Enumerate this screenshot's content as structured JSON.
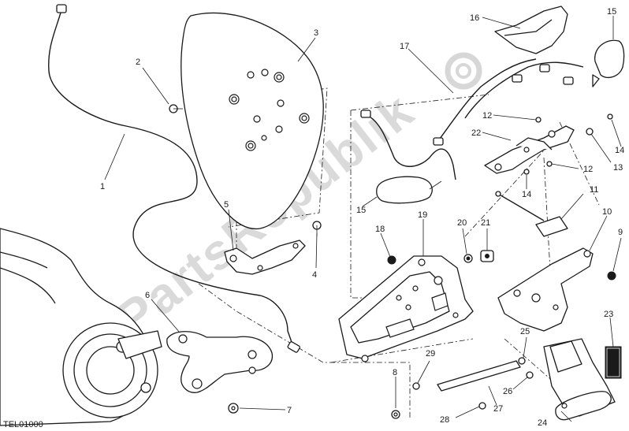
{
  "drawing_code": "TEL01000",
  "watermark": "PartsRepublik",
  "callouts": [
    "1",
    "2",
    "3",
    "4",
    "5",
    "6",
    "7",
    "8",
    "9",
    "10",
    "11",
    "12",
    "12",
    "13",
    "14",
    "14",
    "15",
    "15",
    "16",
    "17",
    "18",
    "19",
    "20",
    "21",
    "22",
    "23",
    "24",
    "25",
    "26",
    "27",
    "28",
    "29"
  ]
}
